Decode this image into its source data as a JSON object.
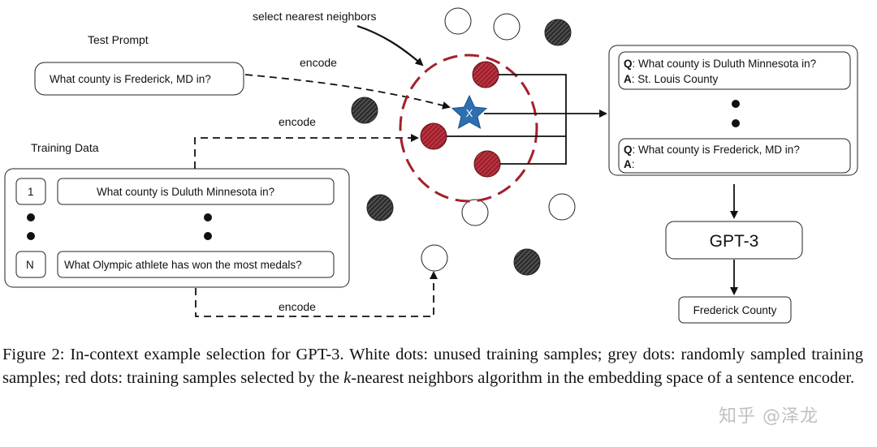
{
  "figure": {
    "label_select": "select nearest neighbors",
    "label_test_prompt": "Test Prompt",
    "test_prompt_text": "What county is Frederick, MD in?",
    "label_training_data": "Training Data",
    "encode_1": "encode",
    "encode_2": "encode",
    "encode_3": "encode",
    "train_row_1_index": "1",
    "train_row_1_text": "What county is Duluth Minnesota in?",
    "train_row_n_index": "N",
    "train_row_n_text": "What Olympic athlete has won the most medals?",
    "query_marker": "X",
    "context_q_prefix": "Q",
    "context_a_prefix": "A",
    "context_1_q": ": What county is Duluth Minnesota in?",
    "context_1_a": ": St. Louis County",
    "context_2_q": ": What county is Frederick, MD in?",
    "context_2_a": ":",
    "model_label": "GPT-3",
    "output_label": "Frederick County",
    "colors": {
      "selected_red": "#a3202c",
      "random_grey": "#3a3a3a",
      "star_blue": "#2e6fb3"
    }
  },
  "caption": {
    "part1": "Figure 2: In-context example selection for GPT-3. White dots: unused training samples; grey dots: randomly sampled training samples; red dots: training samples selected by the ",
    "k": "k",
    "part2": "-nearest neighbors algorithm in the embedding space of a sentence encoder."
  },
  "watermark": "知乎 @泽龙"
}
